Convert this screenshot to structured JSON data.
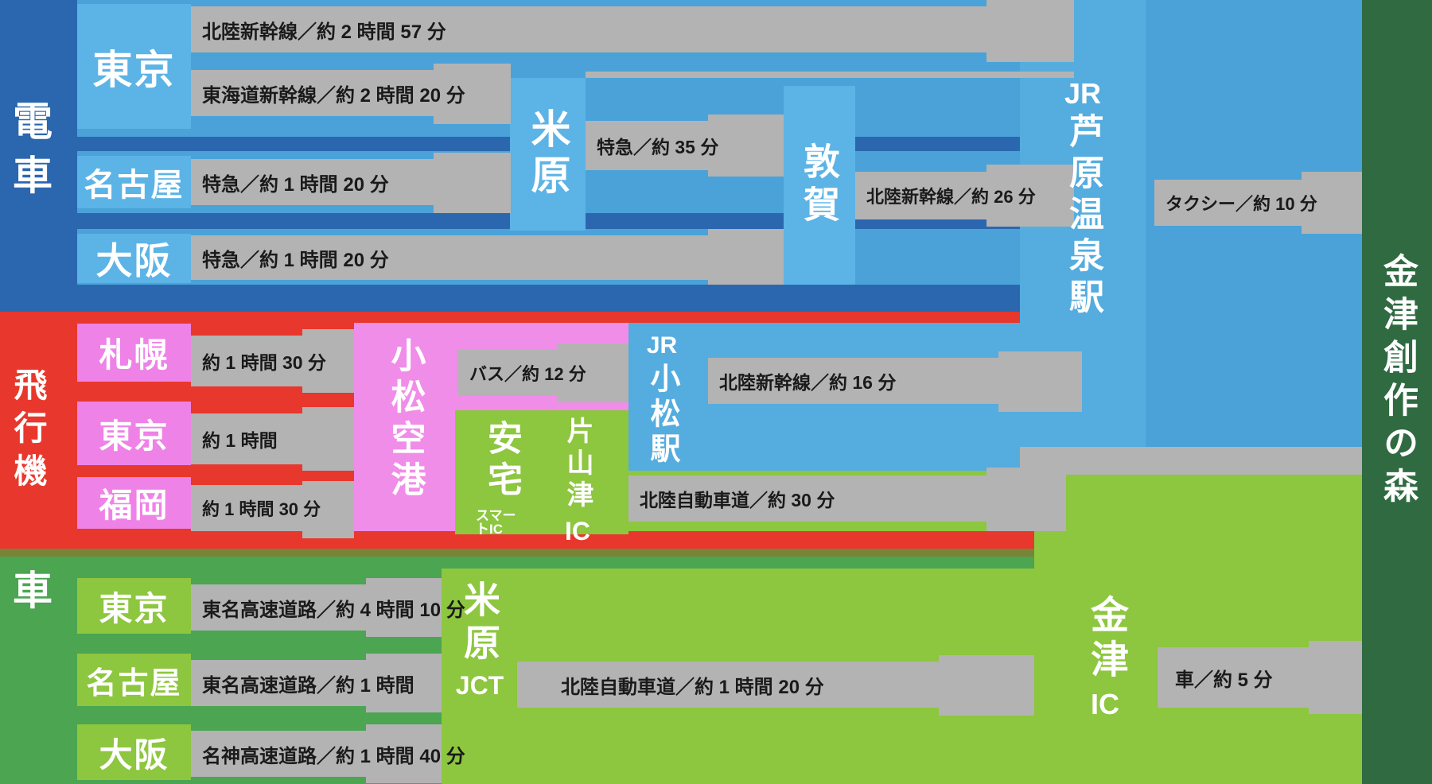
{
  "destination": {
    "name": "金津創作の森"
  },
  "legend": {
    "train": "電車",
    "airplane": "飛行機",
    "car": "車"
  },
  "train": {
    "tokyo": "東京",
    "nagoya": "名古屋",
    "osaka": "大阪",
    "bar_hokuriku_shinkansen": "北陸新幹線／約 2 時間 57 分",
    "bar_tokaido_shinkansen": "東海道新幹線／約 2 時間 20 分",
    "bar_nagoya_express": "特急／約 1 時間 20 分",
    "bar_osaka_express": "特急／約 1 時間 20 分",
    "maibara": "米原",
    "bar_maibara_express": "特急／約 35 分",
    "tsuruga": "敦賀",
    "bar_tsuruga_shinkansen": "北陸新幹線／約 26 分",
    "awara_prefix": "JR",
    "awara_name": "芦原温泉駅",
    "bar_taxi": "タクシー／約 10 分"
  },
  "air": {
    "sapporo": "札幌",
    "tokyo": "東京",
    "fukuoka": "福岡",
    "bar_sapporo": "約 1 時間 30 分",
    "bar_tokyo": "約 1 時間",
    "bar_fukuoka": "約 1 時間 30 分",
    "komatsu_airport": "小松空港",
    "bar_bus": "バス／約 12 分",
    "ataka_name": "安宅",
    "ataka_suffix": "スマートIC",
    "katayamazu_name": "片山津",
    "katayamazu_suffix": "IC",
    "komatsu_station_prefix": "JR",
    "komatsu_station_name": "小松駅",
    "bar_shinkansen16": "北陸新幹線／約 16 分",
    "bar_expressway30": "北陸自動車道／約 30 分"
  },
  "car": {
    "tokyo": "東京",
    "nagoya": "名古屋",
    "osaka": "大阪",
    "bar_tomei_tokyo": "東名高速道路／約 4 時間 10 分",
    "bar_tomei_nagoya": "東名高速道路／約 1 時間",
    "bar_meishin_osaka": "名神高速道路／約 1 時間 40 分",
    "maibara_jct_name": "米原",
    "maibara_jct_suffix": "JCT",
    "bar_hokuriku_expressway": "北陸自動車道／約 1 時間 20 分",
    "kanazu_ic_name": "金津",
    "kanazu_ic_suffix": "IC",
    "bar_car5": "車／約 5 分"
  },
  "colors": {
    "train_base": "#4AA2D9",
    "train_dark": "#2B67AF",
    "box_blue": "#5CB3E6",
    "panel_blue": "#54ACDF",
    "gray": "#B3B3B3",
    "red": "#E8372C",
    "pink": "#EE82E6",
    "pink_light": "#F08DE8",
    "light_green": "#8DC63F",
    "car_green": "#4BA551",
    "olive": "#7A8437",
    "dest_green": "#2F6A41",
    "text_dark": "#1A1A1A"
  }
}
